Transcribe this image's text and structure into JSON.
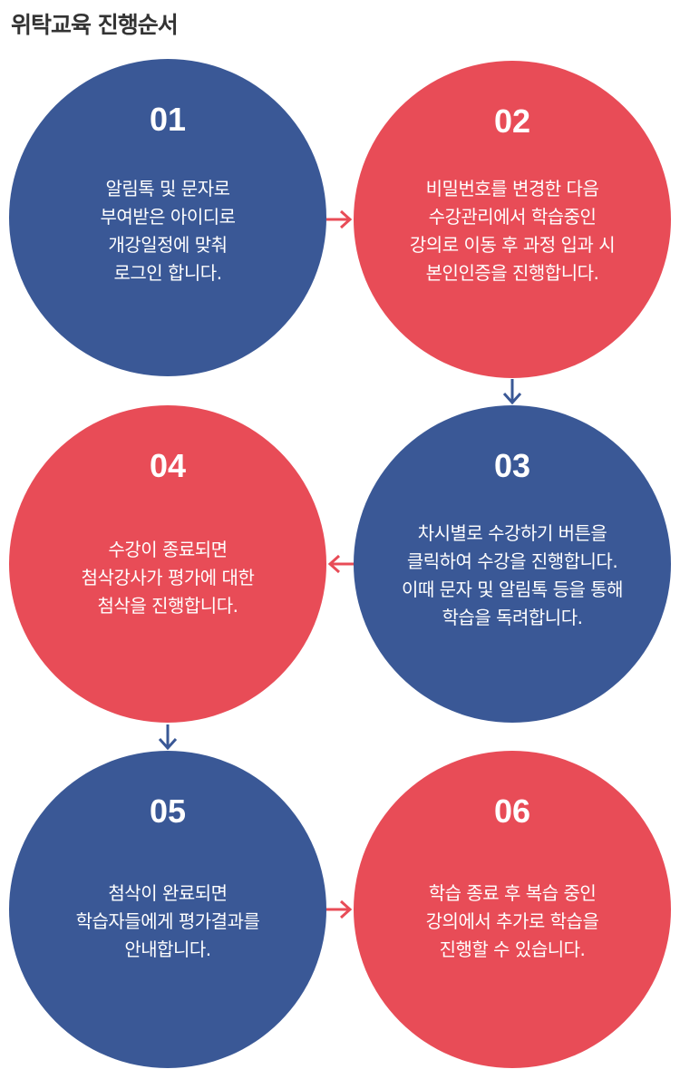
{
  "title": "위탁교육 진행순서",
  "colors": {
    "blue": "#3a5896",
    "red": "#e84c57"
  },
  "steps": [
    {
      "num": "01",
      "text": "알림톡 및 문자로\n부여받은 아이디로\n개강일정에 맞춰\n로그인 합니다."
    },
    {
      "num": "02",
      "text": "비밀번호를 변경한 다음\n수강관리에서 학습중인\n강의로 이동 후 과정 입과 시\n본인인증을 진행합니다."
    },
    {
      "num": "03",
      "text": "차시별로 수강하기 버튼을\n클릭하여 수강을 진행합니다.\n이때 문자 및 알림톡 등을 통해\n학습을 독려합니다."
    },
    {
      "num": "04",
      "text": "수강이 종료되면\n첨삭강사가 평가에 대한\n첨삭을 진행합니다."
    },
    {
      "num": "05",
      "text": "첨삭이 완료되면\n학습자들에게 평가결과를\n안내합니다."
    },
    {
      "num": "06",
      "text": "학습 종료 후 복습 중인\n강의에서 추가로 학습을\n진행할 수 있습니다."
    }
  ]
}
